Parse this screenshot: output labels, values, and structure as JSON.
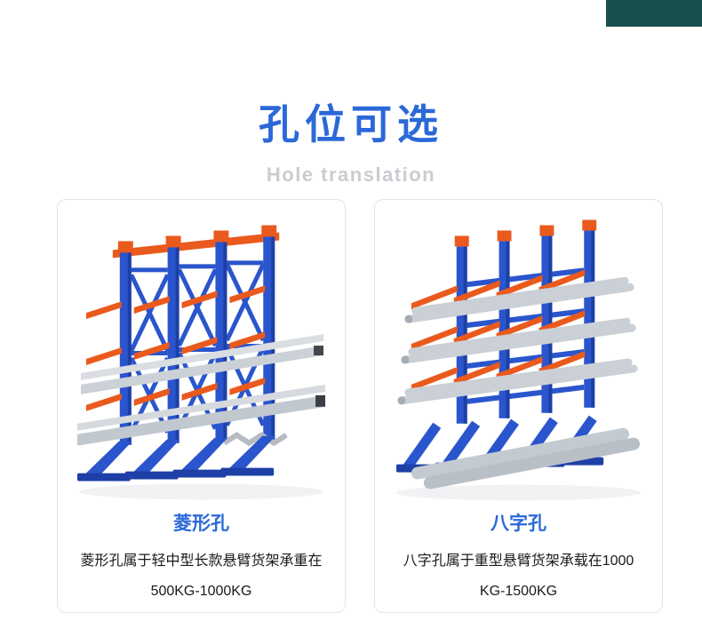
{
  "page": {
    "title": "孔位可选",
    "subtitle": "Hole translation"
  },
  "cards": [
    {
      "name": "菱形孔",
      "desc_line1": "菱形孔属于轻中型长款悬臂货架承重在",
      "desc_line2": "500KG-1000KG",
      "image": "diamond-hole-rack-render"
    },
    {
      "name": "八字孔",
      "desc_line1": "八字孔属于重型悬臂货架承载在1000",
      "desc_line2": "KG-1500KG",
      "image": "splay-hole-rack-render"
    }
  ],
  "colors": {
    "title_blue": "#2b69d8",
    "subtitle_gray": "#c9cdd1",
    "card_border": "#e4e4e4",
    "rack_blue": "#2a55cc",
    "rack_blue_dark": "#1d3fa6",
    "rack_orange": "#ea5a1d",
    "steel_gray": "#cbd0d6",
    "corner_dark": "#174e4e"
  }
}
